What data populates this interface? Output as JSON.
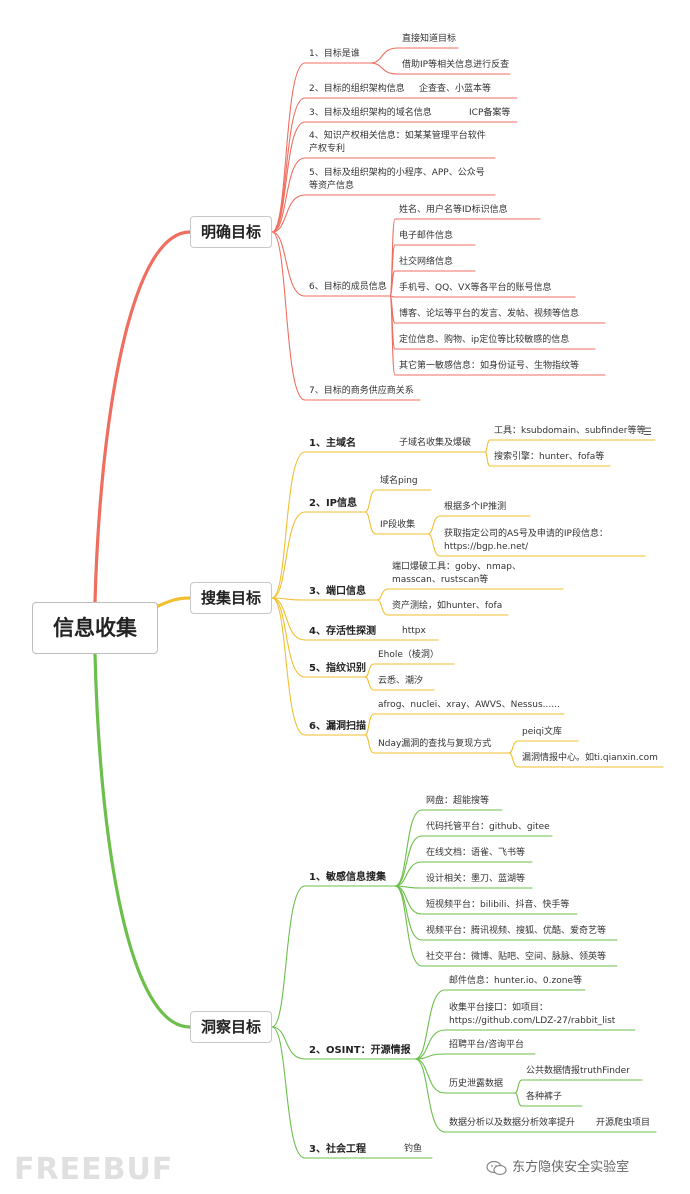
{
  "root": "信息收集",
  "branches": {
    "b1": {
      "title": "明确目标",
      "color": "#ef6e5f",
      "items": {
        "i1": "1、目标是谁",
        "i1a": "直接知道目标",
        "i1b": "借助IP等相关信息进行反查",
        "i2": "2、目标的组织架构信息",
        "i2a": "企查查、小蓝本等",
        "i3": "3、目标及组织架构的域名信息",
        "i3a": "ICP备案等",
        "i4": "4、知识产权相关信息：如某某管理平台软件产权专利",
        "i5": "5、目标及组织架构的小程序、APP、公众号等资产信息",
        "i6": "6、目标的成员信息",
        "i6a": "姓名、用户名等ID标识信息",
        "i6b": "电子邮件信息",
        "i6c": "社交网络信息",
        "i6d": "手机号、QQ、VX等各平台的账号信息",
        "i6e": "博客、论坛等平台的发言、发帖、视频等信息",
        "i6f": "定位信息、购物、ip定位等比较敏感的信息",
        "i6g": "其它第一敏感信息：如身份证号、生物指纹等",
        "i7": "7、目标的商务供应商关系"
      }
    },
    "b2": {
      "title": "搜集目标",
      "color": "#f2bf2f",
      "items": {
        "s1": "1、主域名",
        "s1a": "子域名收集及爆破",
        "s1a1": "工具：ksubdomain、subfinder等等",
        "s1a2": "搜索引擎：hunter、fofa等",
        "s2": "2、IP信息",
        "s2a": "域名ping",
        "s2b": "IP段收集",
        "s2b1": "根据多个IP推测",
        "s2b2": "获取指定公司的AS号及申请的IP段信息：https://bgp.he.net/",
        "s3": "3、端口信息",
        "s3a": "端口爆破工具：goby、nmap、masscan、rustscan等",
        "s3b": "资产测绘，如hunter、fofa",
        "s4": "4、存活性探测",
        "s4a": "httpx",
        "s5": "5、指纹识别",
        "s5a": "Ehole（棱洞）",
        "s5b": "云悉、潮汐",
        "s6": "6、漏洞扫描",
        "s6a": "afrog、nuclei、xray、AWVS、Nessus......",
        "s6b": "Nday漏洞的查找与复现方式",
        "s6b1": "peiqi文库",
        "s6b2": "漏洞情报中心。如ti.qianxin.com"
      }
    },
    "b3": {
      "title": "洞察目标",
      "color": "#6cbf4b",
      "items": {
        "o1": "1、敏感信息搜集",
        "o1a": "网盘：超能搜等",
        "o1b": "代码托管平台：github、gitee",
        "o1c": "在线文档：语雀、飞书等",
        "o1d": "设计相关：墨刀、蓝湖等",
        "o1e": "短视频平台：bilibili、抖音、快手等",
        "o1f": "视频平台：腾讯视频、搜狐、优酷、爱奇艺等",
        "o1g": "社交平台：微博、贴吧、空间、脉脉、领英等",
        "o2": "2、OSINT：开源情报",
        "o2a": "邮件信息：hunter.io、0.zone等",
        "o2b": "收集平台接口：如项目：https://github.com/LDZ-27/rabbit_list",
        "o2c": "招聘平台/咨询平台",
        "o2d": "历史泄露数据",
        "o2d1": "公共数据情报truthFinder",
        "o2d2": "各种裤子",
        "o2e": "数据分析以及数据分析效率提升",
        "o2e1": "开源爬虫项目",
        "o3": "3、社会工程",
        "o3a": "钓鱼"
      }
    }
  },
  "watermark_left": "FREEBUF",
  "watermark_right": "东方隐侠安全实验室"
}
